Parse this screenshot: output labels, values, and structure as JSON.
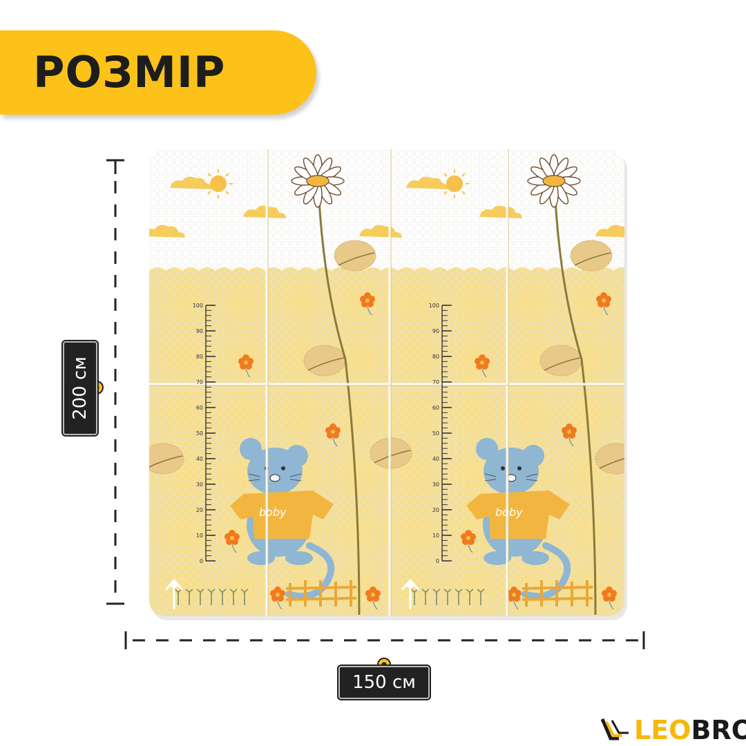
{
  "banner": {
    "title": "РОЗМІР"
  },
  "dimensions": {
    "width_label": "150 см",
    "height_label": "200 см"
  },
  "mat": {
    "ruler_ticks": [
      "100",
      "90",
      "80",
      "70",
      "60",
      "50",
      "40",
      "30",
      "20",
      "10",
      "0"
    ],
    "character_text": "boby",
    "colors": {
      "field": "#f6de8e",
      "sky": "#ffffff",
      "mouse": "#8fb6d3",
      "shirt": "#f2b640",
      "stem": "#8a7a3a"
    }
  },
  "logo": {
    "prefix": "LEO",
    "suffix": "BRO",
    "icon": "leobro-logo-icon"
  },
  "colors": {
    "accent": "#fcc21a",
    "label_bg": "#222222"
  }
}
